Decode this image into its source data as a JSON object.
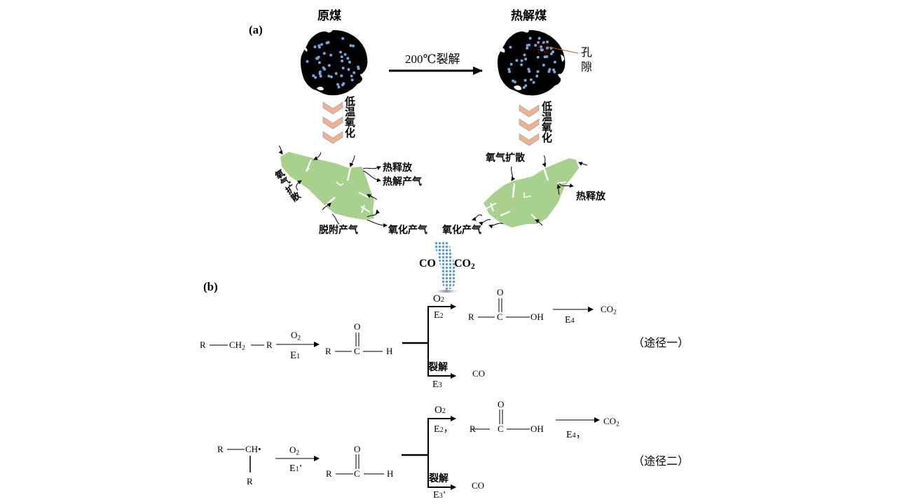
{
  "panel_a": {
    "label": "(a)",
    "raw_coal": {
      "title": "原煤"
    },
    "pyrolyzed_coal": {
      "title": "热解煤",
      "pore_label": "孔\n隙"
    },
    "pyrolysis_arrow_label": "200℃裂解",
    "low_temp_oxidation_left": "低温氧化",
    "low_temp_oxidation_right": "低温氧化",
    "left_particle": {
      "oxygen_diffusion": "氧气扩散",
      "heat_release": "热释放",
      "pyrolysis_gas": "热解产气",
      "desorption_gas": "脱附产气",
      "oxidation_gas": "氧化产气"
    },
    "right_particle": {
      "oxygen_diffusion": "氧气扩散",
      "heat_release": "热释放",
      "oxidation_gas": "氧化产气"
    },
    "products": {
      "co": "CO",
      "co2": "CO",
      "co2_sub": "2"
    }
  },
  "panel_b": {
    "label": "(b)",
    "pathway1": {
      "name": "（途径一）",
      "reactant": {
        "r1": "R",
        "ch": "CH",
        "ch_sub": "2",
        "r2": "R"
      },
      "step1": {
        "reagent": "O",
        "reagent_sub": "2",
        "energy": "E",
        "energy_sub": "1",
        "prime": ""
      },
      "aldehyde": {
        "o": "O",
        "r": "R",
        "c": "C",
        "h": "H"
      },
      "branch_up": {
        "reagent": "O",
        "reagent_sub": "2",
        "energy": "E",
        "energy_sub": "2",
        "prime": ""
      },
      "acid": {
        "o": "O",
        "r": "R",
        "c": "C",
        "oh": "OH"
      },
      "step4": {
        "energy": "E",
        "energy_sub": "4",
        "prime": ""
      },
      "final_up": {
        "text": "CO",
        "sub": "2"
      },
      "branch_down": {
        "label": "裂解",
        "energy": "E",
        "energy_sub": "3",
        "prime": ""
      },
      "final_down": "CO"
    },
    "pathway2": {
      "name": "（途径二）",
      "reactant": {
        "r1": "R",
        "ch": "CH•",
        "r2": "R"
      },
      "step1": {
        "reagent": "O",
        "reagent_sub": "2",
        "energy": "E",
        "energy_sub": "1",
        "prime": "’"
      },
      "aldehyde": {
        "o": "O",
        "r": "R",
        "c": "C",
        "h": "H"
      },
      "branch_up": {
        "reagent": "O",
        "reagent_sub": "2",
        "energy": "E",
        "energy_sub": "2",
        "prime": "，"
      },
      "acid": {
        "o": "O",
        "r": "R",
        "c": "C",
        "oh": "OH"
      },
      "step4": {
        "energy": "E",
        "energy_sub": "4",
        "prime": "，"
      },
      "final_up": {
        "text": "CO",
        "sub": "2"
      },
      "branch_down": {
        "label": "裂解",
        "energy": "E",
        "energy_sub": "3",
        "prime": "’"
      },
      "final_down": "CO"
    }
  },
  "colors": {
    "coal": "#000000",
    "pore": "#6fa8dc",
    "chevron": "#f4b183",
    "chevron_edge": "#8faadc",
    "particle": "#a9d18e",
    "pore_marker": "#ff0000",
    "pore_leader": "#c55a11",
    "product_arrow": "#5b9bd5"
  }
}
